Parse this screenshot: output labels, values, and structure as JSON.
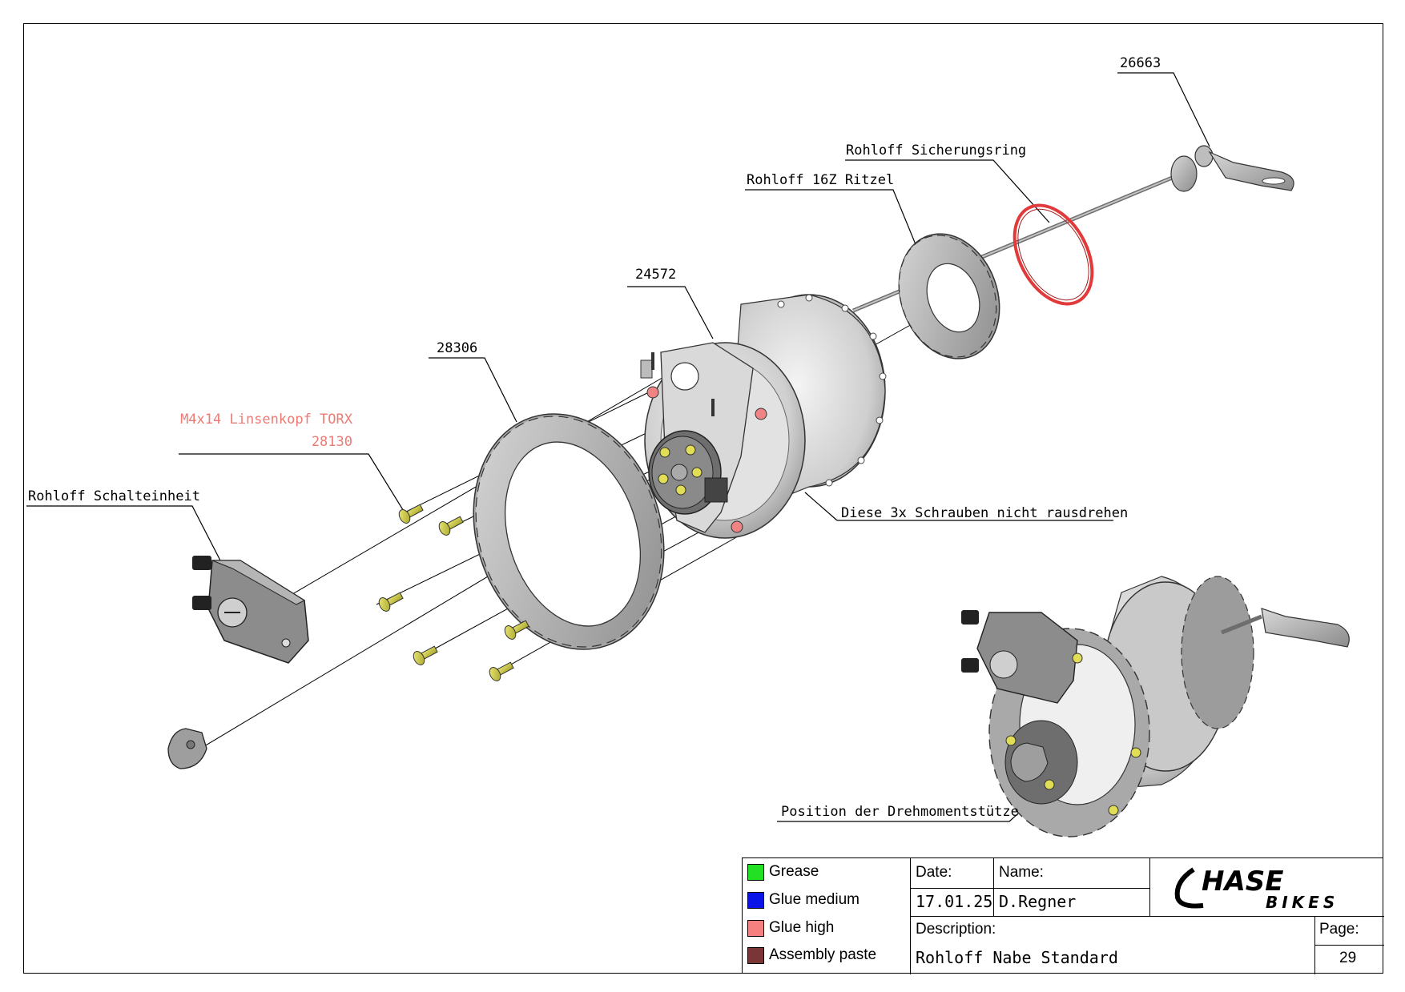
{
  "callouts": {
    "part_26663": "26663",
    "sicherungsring": "Rohloff Sicherungsring",
    "ritzel": "Rohloff 16Z Ritzel",
    "part_24572": "24572",
    "part_28306": "28306",
    "screw_name": "M4x14 Linsenkopf TORX",
    "screw_number": "28130",
    "schalteinheit": "Rohloff Schalteinheit",
    "note_screws": "Diese 3x Schrauben nicht rausdrehen",
    "torque_position": "Position der Drehmomentstütze"
  },
  "legend": [
    {
      "label": "Grease",
      "color": "#22e022"
    },
    {
      "label": "Glue medium",
      "color": "#0a14e6"
    },
    {
      "label": "Glue high",
      "color": "#f58080"
    },
    {
      "label": "Assembly paste",
      "color": "#7a3636"
    }
  ],
  "title_block": {
    "date_label": "Date:",
    "date_value": "17.01.25",
    "name_label": "Name:",
    "name_value": "D.Regner",
    "description_label": "Description:",
    "description_value": "Rohloff Nabe Standard",
    "page_label": "Page:",
    "page_value": "29",
    "logo_main": "HASE",
    "logo_sub": "BIKES"
  },
  "colors": {
    "callout_red": "#ee7a74",
    "part_gray": "#b8b8b8",
    "part_dark": "#6e6e6e",
    "screw_yellow": "#d6d34a",
    "ring_red": "#e23a3a"
  }
}
